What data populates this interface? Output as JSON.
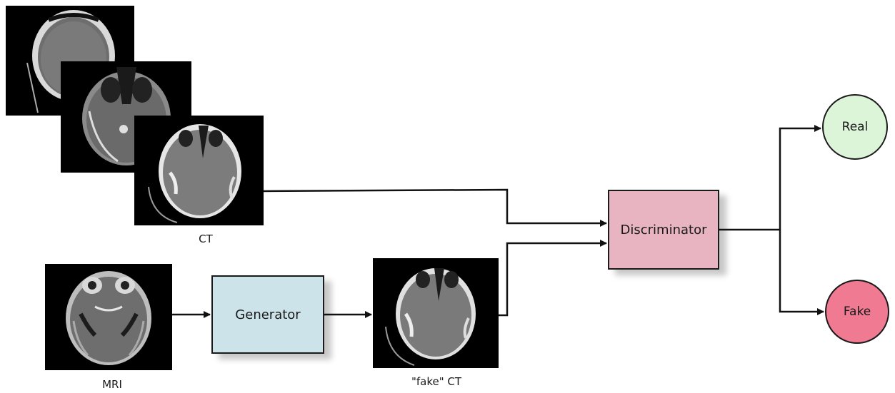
{
  "labels": {
    "ct": "CT",
    "mri": "MRI",
    "fake_ct": "\"fake\" CT"
  },
  "boxes": {
    "generator": "Generator",
    "discriminator": "Discriminator"
  },
  "outputs": {
    "real": "Real",
    "fake": "Fake"
  },
  "colors": {
    "generator_fill": "#cde3ea",
    "discriminator_fill": "#e8b4c2",
    "real_fill": "#dcf5d8",
    "fake_fill": "#f07a92"
  }
}
